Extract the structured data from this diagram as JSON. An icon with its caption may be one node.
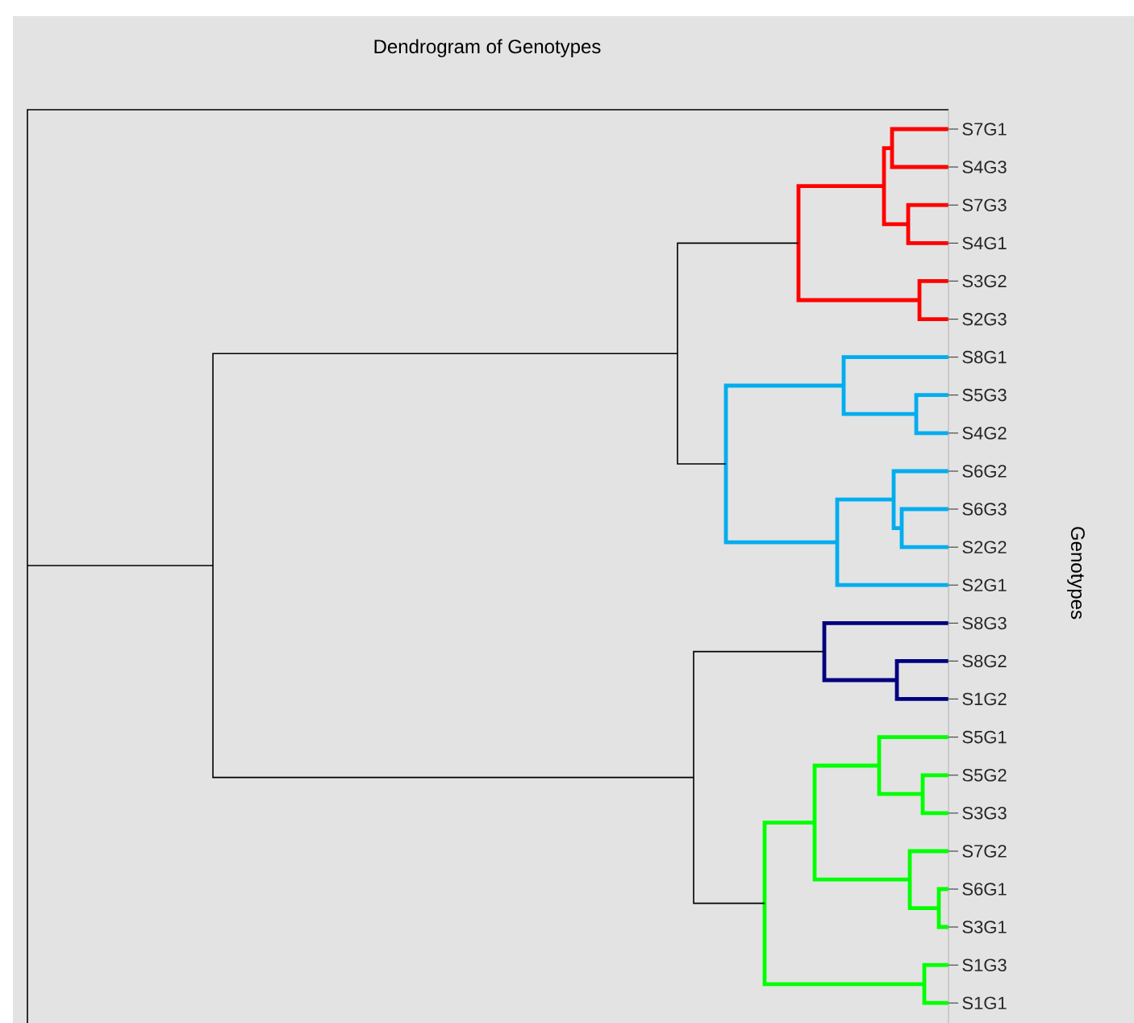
{
  "diagram": {
    "title": "Dendrogram of Genotypes",
    "labels": [
      "S7G1",
      "S4G3",
      "S7G3",
      "S4G1",
      "S3G2",
      "S2G3",
      "S8G1",
      "S5G3",
      "S4G2",
      "S6G2",
      "S6G3",
      "S2G2",
      "S2G1",
      "S8G3",
      "S8G2",
      "S1G2",
      "S5G1",
      "S5G2",
      "S3G3",
      "S7G2",
      "S6G1",
      "S3G1",
      "S1G3",
      "S1G1",
      "Genotypes"
    ]
  }
}
